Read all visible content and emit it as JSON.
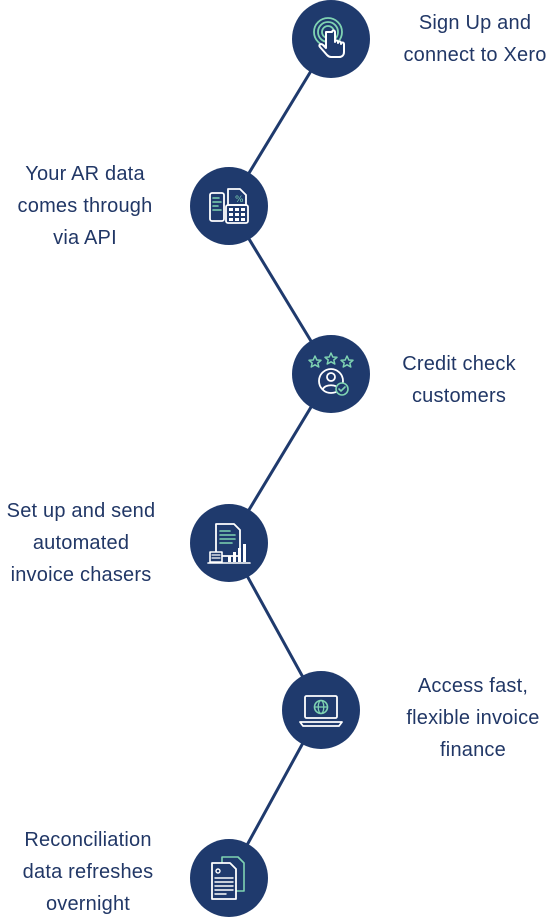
{
  "steps": [
    {
      "icon": "touch-finger-icon",
      "lines": [
        "Sign Up and",
        "connect to Xero"
      ]
    },
    {
      "icon": "calculator-receipt-icon",
      "lines": [
        "Your AR data",
        "comes through",
        "via API"
      ]
    },
    {
      "icon": "rated-customer-icon",
      "lines": [
        "Credit check",
        "customers"
      ]
    },
    {
      "icon": "invoice-chart-icon",
      "lines": [
        "Set up and send",
        "automated",
        "invoice chasers"
      ]
    },
    {
      "icon": "laptop-globe-icon",
      "lines": [
        "Access fast,",
        "flexible invoice",
        "finance"
      ]
    },
    {
      "icon": "reconciliation-document-icon",
      "lines": [
        "Reconciliation",
        "data refreshes",
        "overnight"
      ]
    }
  ],
  "colors": {
    "node": "#1f3a6d",
    "connector": "#1f3a6d",
    "text": "#213766",
    "icon_stroke": "#ffffff",
    "icon_accent": "#7fd3b2"
  }
}
